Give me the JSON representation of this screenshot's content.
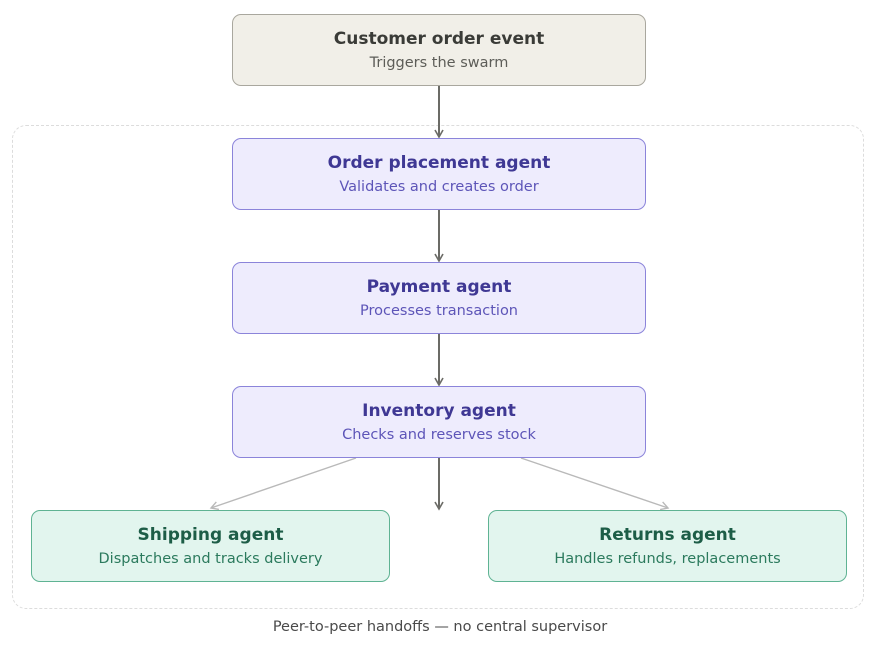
{
  "nodes": {
    "trigger": {
      "title": "Customer order event",
      "subtitle": "Triggers the swarm"
    },
    "order": {
      "title": "Order placement agent",
      "subtitle": "Validates and creates order"
    },
    "payment": {
      "title": "Payment agent",
      "subtitle": "Processes transaction"
    },
    "inventory": {
      "title": "Inventory agent",
      "subtitle": "Checks and reserves stock"
    },
    "shipping": {
      "title": "Shipping agent",
      "subtitle": "Dispatches and tracks delivery"
    },
    "returns": {
      "title": "Returns agent",
      "subtitle": "Handles refunds, replacements"
    }
  },
  "caption": "Peer-to-peer handoffs — no central supervisor",
  "colors": {
    "event_fill": "#f1efe8",
    "agent_fill": "#eeecfd",
    "outcome_fill": "#e2f5ee",
    "primary_arrow": "#6b6b66",
    "secondary_arrow": "#b9b9b9"
  }
}
